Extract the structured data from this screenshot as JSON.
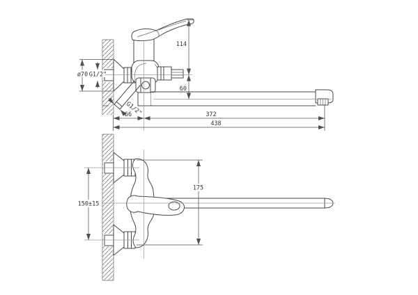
{
  "drawing_type": "faucet technical drawing, two orthographic views",
  "side_view": {
    "handle_height": "114",
    "spout_drop": "60",
    "wall_to_body_center": "66",
    "spout_reach": "372",
    "overall_reach": "438",
    "flange_diameter": "ø70",
    "inlet_thread": "G1/2\"",
    "shower_thread": "G1/2\""
  },
  "plan_view": {
    "inlet_center_distance": "150±15",
    "overall_body_span": "175"
  },
  "colors": {
    "line": "#474747",
    "dimension": "#4f4f4f",
    "centerline": "#9a9a9a",
    "background": "#ffffff"
  }
}
